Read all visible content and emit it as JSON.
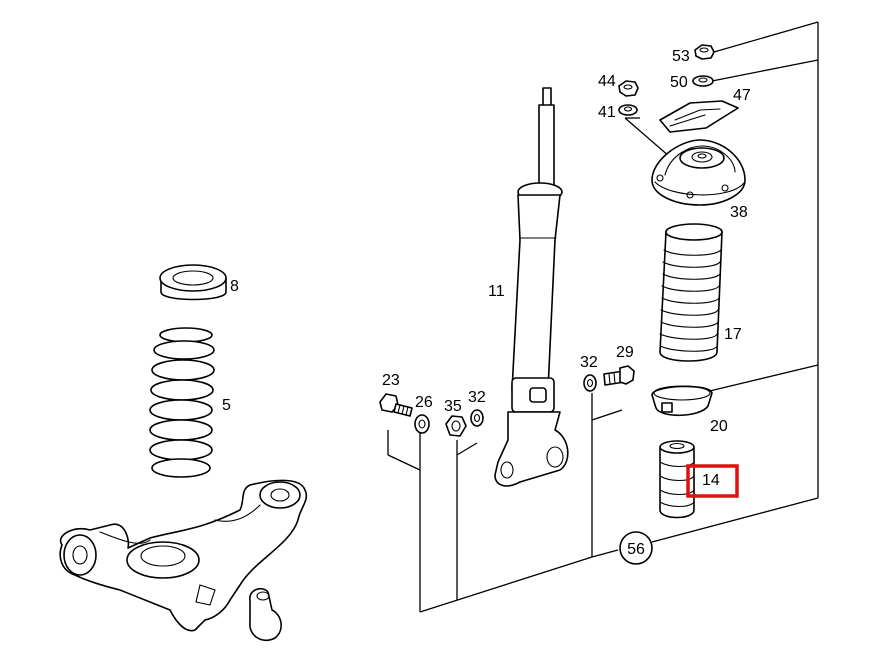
{
  "labels": {
    "p53": "53",
    "p50": "50",
    "p44": "44",
    "p47": "47",
    "p41": "41",
    "p38": "38",
    "p8": "8",
    "p11": "11",
    "p17": "17",
    "p5": "5",
    "p23": "23",
    "p29": "29",
    "p32a": "32",
    "p26": "26",
    "p35": "35",
    "p32b": "32",
    "p20": "20",
    "p14": "14",
    "p56": "56"
  },
  "highlight": {
    "part": "14",
    "color": "#e01010"
  }
}
